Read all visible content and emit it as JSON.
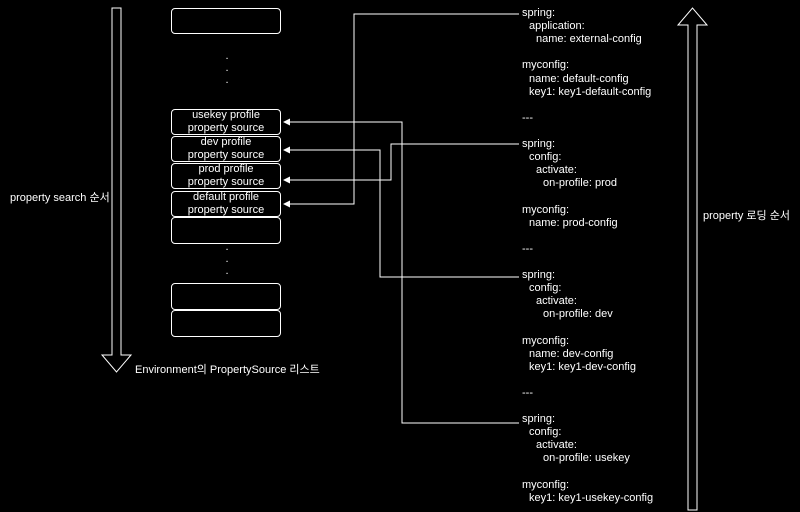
{
  "left_arrow_label": "property search 순서",
  "right_arrow_label": "property 로딩 순서",
  "list_caption": "Environment의 PropertySource 리스트",
  "dots_glyph": ".",
  "property_sources": [
    {
      "line1": "usekey profile",
      "line2": "property source"
    },
    {
      "line1": "dev profile",
      "line2": "property source"
    },
    {
      "line1": "prod profile",
      "line2": "property source"
    },
    {
      "line1": "default profile",
      "line2": "property source"
    }
  ],
  "yaml_lines": [
    "spring:",
    "  application:",
    "    name: external-config",
    "",
    "myconfig:",
    "  name: default-config",
    "  key1: key1-default-config",
    "",
    "---",
    "",
    "spring:",
    "  config:",
    "    activate:",
    "      on-profile: prod",
    "",
    "myconfig:",
    "  name: prod-config",
    "",
    "---",
    "",
    "spring:",
    "  config:",
    "    activate:",
    "      on-profile: dev",
    "",
    "myconfig:",
    "  name: dev-config",
    "  key1: key1-dev-config",
    "",
    "---",
    "",
    "spring:",
    "  config:",
    "    activate:",
    "      on-profile: usekey",
    "",
    "myconfig:",
    "  key1: key1-usekey-config"
  ],
  "colors": {
    "background": "#000000",
    "stroke": "#ffffff"
  }
}
